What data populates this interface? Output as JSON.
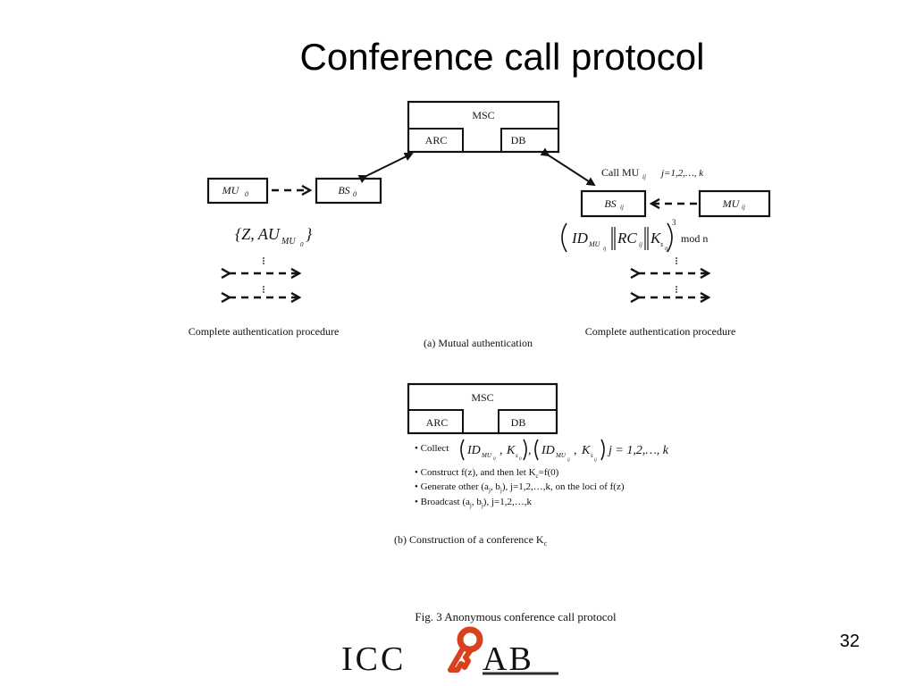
{
  "slide": {
    "title": "Conference call protocol",
    "page_number": "32"
  },
  "diagram_a": {
    "msc": "MSC",
    "arc": "ARC",
    "db": "DB",
    "left_mu": "MU",
    "left_mu_sub": "0",
    "left_bs": "BS",
    "left_bs_sub": "0",
    "left_set": "{Z, AU",
    "left_set_sub": "MU",
    "left_set_subsub": "0",
    "left_set_close": "}",
    "call_label": "Call MU",
    "call_sub": "ij",
    "call_range": "j=1,2,…, k",
    "right_bs": "BS",
    "right_bs_sub": "ij",
    "right_mu": "MU",
    "right_mu_sub": "ij",
    "right_formula_id": "ID",
    "right_formula_id_sub": "MU",
    "right_formula_id_subsub": "ij",
    "right_formula_rc": "RC",
    "right_formula_rc_sub": "ij",
    "right_formula_k": "K",
    "right_formula_k_sub": "s",
    "right_formula_k_subsub": "ij",
    "right_formula_exp": "3",
    "right_formula_mod": "mod n",
    "left_caption": "Complete authentication procedure",
    "right_caption": "Complete authentication procedure",
    "caption": "(a) Mutual authentication"
  },
  "diagram_b": {
    "msc": "MSC",
    "arc": "ARC",
    "db": "DB",
    "bullet1_label": "• Collect",
    "bullet1_range": "j = 1,2,…, k",
    "bullet2": "• Construct f(z), and then let K",
    "bullet2_sub": "c",
    "bullet2_end": "=f(0)",
    "bullet3": "• Generate other (a",
    "bullet3_mid": ", b",
    "bullet3_end": "), j=1,2,…,k, on the loci of f(z)",
    "bullet4": "• Broadcast (a",
    "bullet4_mid": ", b",
    "bullet4_end": "), j=1,2,…,k",
    "sub_j": "j",
    "caption": "(b) Construction of a conference K",
    "caption_sub": "c"
  },
  "figure_caption": "Fig. 3 Anonymous conference call protocol",
  "logo": {
    "text_left": "ICC",
    "text_right": "AB",
    "accent_color": "#d9411e",
    "text_color": "#2b2b2b"
  }
}
